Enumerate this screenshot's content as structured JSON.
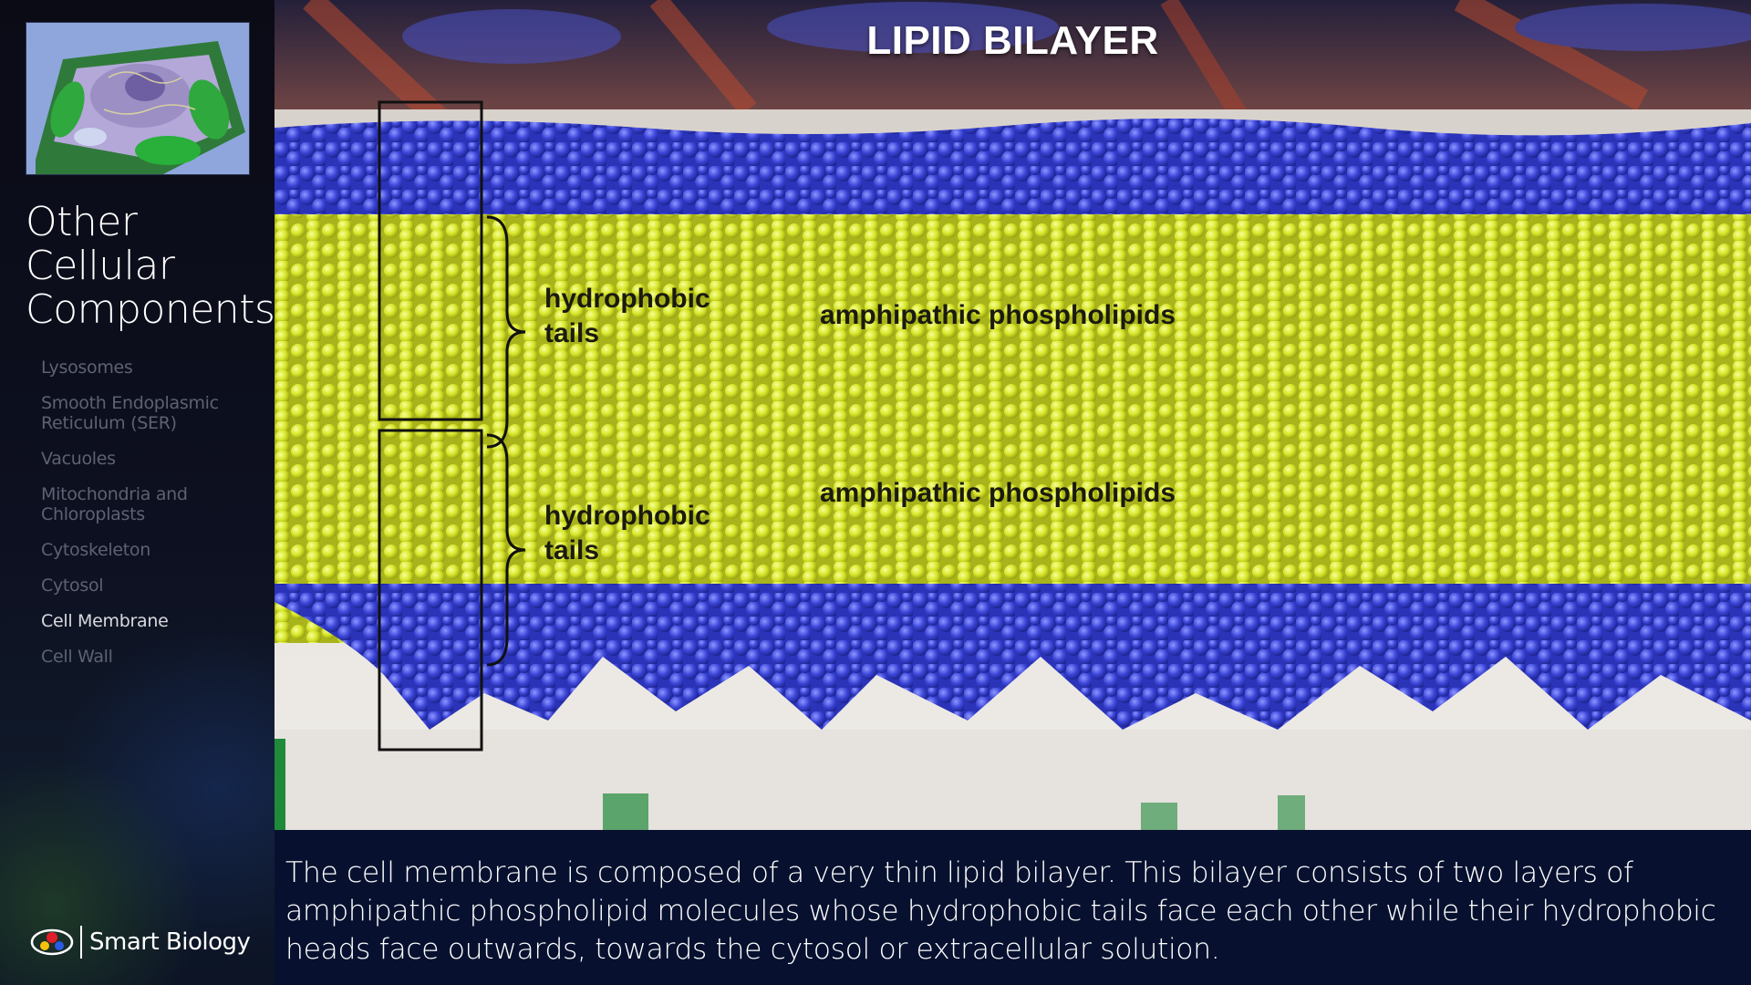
{
  "sidebar": {
    "section_title_lines": [
      "Other",
      "Cellular",
      "Components"
    ],
    "items": [
      {
        "label": "Lysosomes"
      },
      {
        "label": "Smooth Endoplasmic Reticulum (SER)"
      },
      {
        "label": "Vacuoles"
      },
      {
        "label": "Mitochondria and Chloroplasts"
      },
      {
        "label": "Cytoskeleton"
      },
      {
        "label": "Cytosol"
      },
      {
        "label": "Cell Membrane",
        "active": true
      },
      {
        "label": "Cell Wall"
      }
    ],
    "brand_name": "Smart Biology"
  },
  "slide": {
    "title": "LIPID BILAYER",
    "labels": {
      "tails_top": [
        "hydrophobic",
        "tails"
      ],
      "tails_bottom": [
        "hydrophobic",
        "tails"
      ],
      "phospho_top": "amphipathic phospholipids",
      "phospho_bottom": "amphipathic phospholipids"
    },
    "caption": "The cell membrane is composed of a very thin lipid bilayer. This bilayer consists of two layers of amphipathic phospholipid molecules whose hydrophobic tails face each other while their hydrophobic heads face outwards, towards the cytosol or extracellular solution."
  },
  "colors": {
    "head_blue": "#3c46d8",
    "tail_yellow": "#d8e62a",
    "caption_bg": "#07112f"
  }
}
